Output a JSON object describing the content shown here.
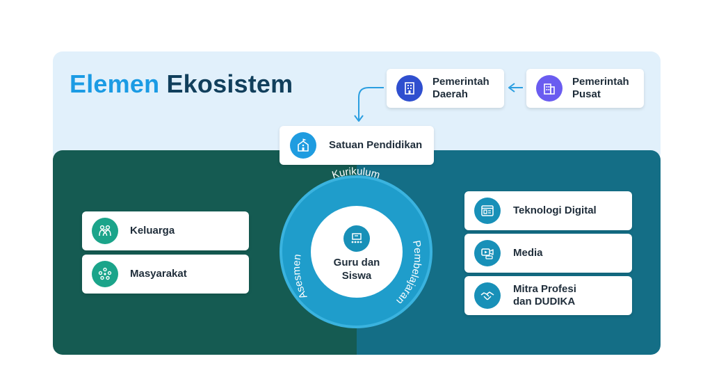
{
  "title": {
    "part1": "Elemen",
    "part2": "Ekosistem"
  },
  "government": {
    "regional": {
      "line1": "Pemerintah",
      "line2": "Daerah",
      "icon": "building-icon"
    },
    "central": {
      "line1": "Pemerintah",
      "line2": "Pusat",
      "icon": "building-icon"
    }
  },
  "school": {
    "label": "Satuan Pendidikan",
    "icon": "school-icon"
  },
  "left_items": [
    {
      "label": "Keluarga",
      "icon": "family-icon"
    },
    {
      "label": "Masyarakat",
      "icon": "community-icon"
    }
  ],
  "right_items": [
    {
      "label": "Teknologi Digital",
      "icon": "digital-tech-icon"
    },
    {
      "label": "Media",
      "icon": "media-icon"
    },
    {
      "line1": "Mitra Profesi",
      "line2": "dan DUDIKA",
      "icon": "handshake-icon"
    }
  ],
  "ring": {
    "top": "Kurikulum",
    "left": "Asesmen",
    "right": "Pembelajaran"
  },
  "center": {
    "line1": "Guru dan",
    "line2": "Siswa",
    "icon": "classroom-icon"
  },
  "colors": {
    "title_accent": "#1b9be4",
    "title_dark": "#113f5c",
    "left_panel": "#155b52",
    "right_panel": "#146e86",
    "top_panel": "#e1f0fb",
    "ring": "#1f9dcb",
    "regional_icon": "#2f4fcf",
    "central_icon": "#6a5cf0",
    "school_icon": "#1f9ce0",
    "green_icon": "#1ba48a",
    "teal_icon": "#1890b8"
  }
}
